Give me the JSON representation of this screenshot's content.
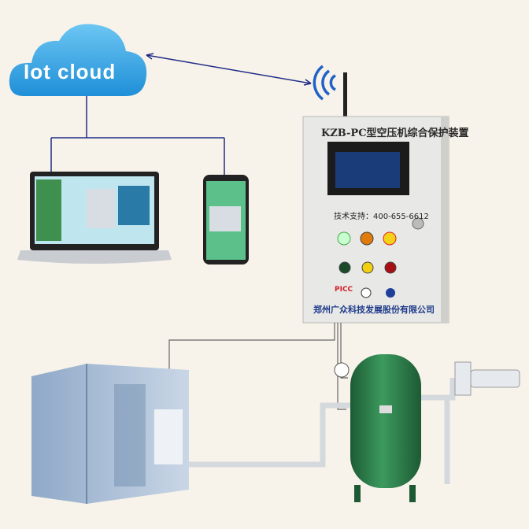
{
  "cloud": {
    "label": "Iot cloud"
  },
  "cabinet": {
    "title": "KZB-PC型空压机综合保护装置",
    "support": "技术支持：400-655-6612",
    "company": "郑州广众科技发展股份有限公司",
    "cert_logo": "PICC"
  },
  "colors": {
    "background": "#f8f3ea",
    "cloud": "#3aa6e6",
    "link_line": "#1f2c86",
    "tank": "#2e7a4a",
    "pipe": "#d8dde2"
  },
  "icons": [
    "cloud-icon",
    "wifi-signal-icon",
    "antenna-icon",
    "laptop-icon",
    "smartphone-icon",
    "control-cabinet-icon",
    "air-compressor-icon",
    "air-tank-icon",
    "valve-icon"
  ]
}
